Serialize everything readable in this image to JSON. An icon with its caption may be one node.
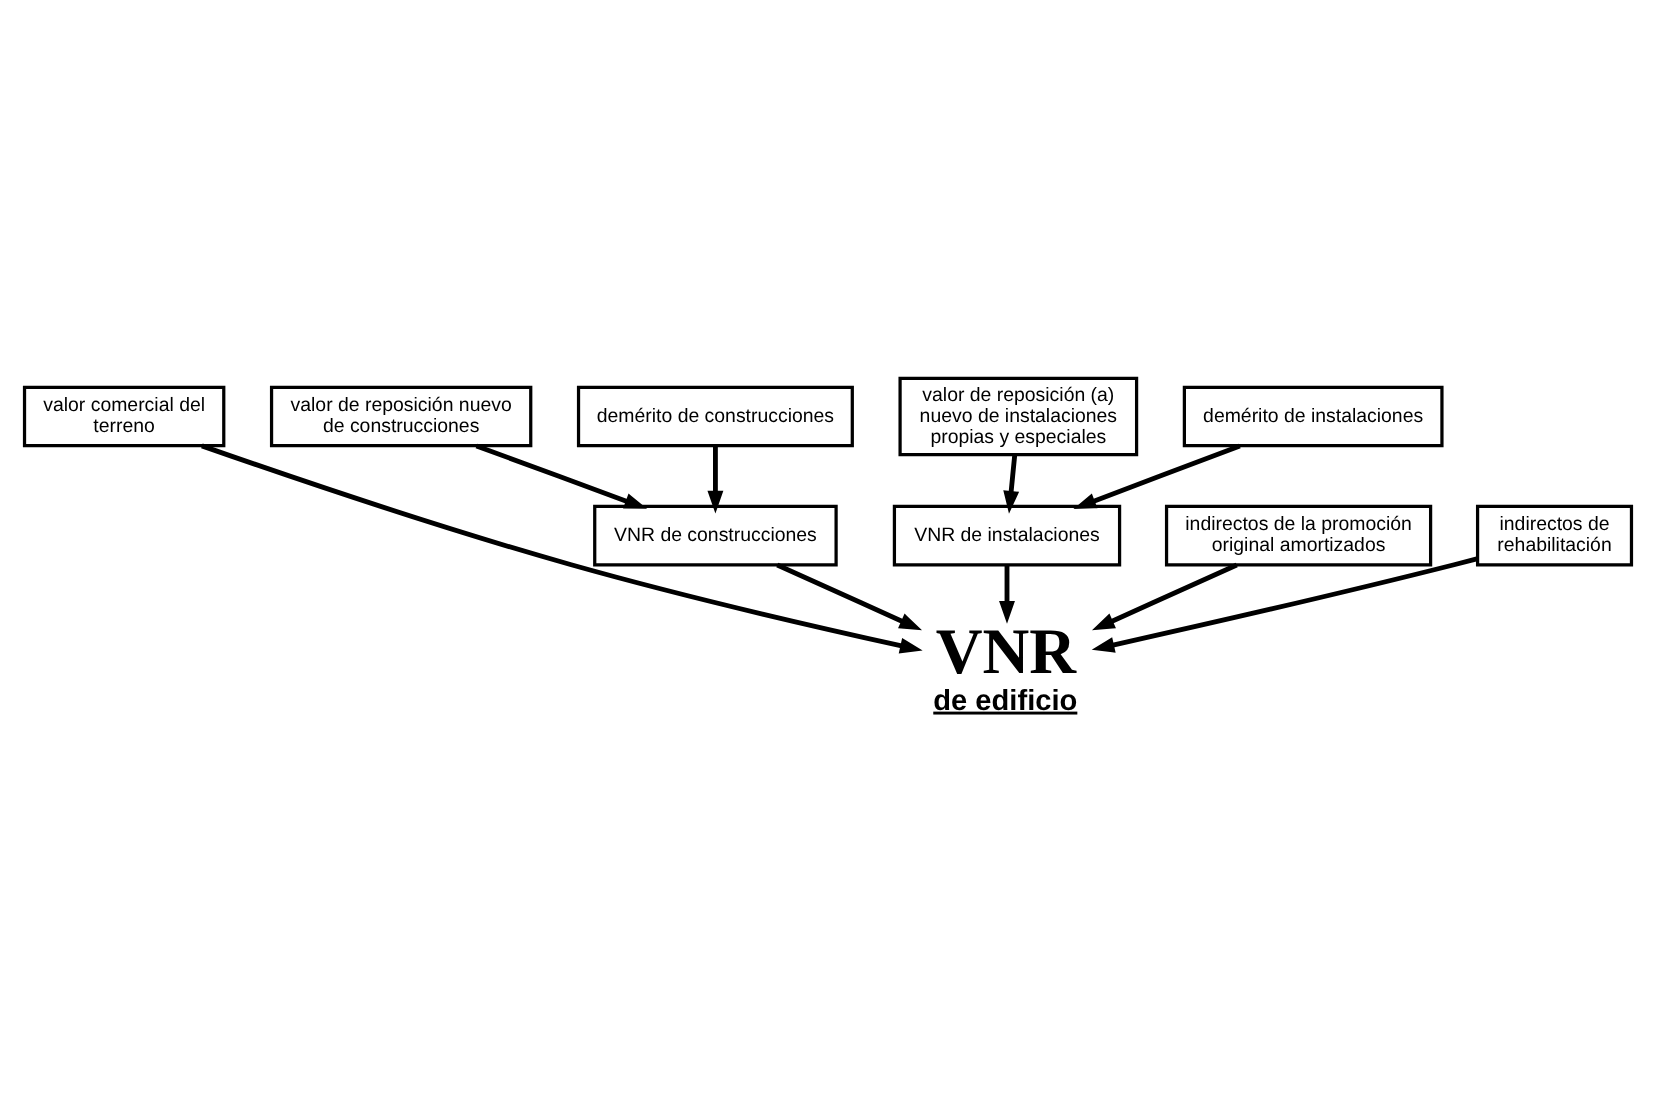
{
  "diagram": {
    "nodes": [
      {
        "text": [
          "valor comercial del terreno"
        ]
      },
      {
        "text": [
          "valor de reposición nuevo de construcciones"
        ]
      },
      {
        "text": [
          "valor de reposición (a) nuevo de instalaciones propias y especiales"
        ]
      },
      {
        "text": [
          "demérito de construcciones"
        ]
      },
      {
        "text": [
          "demérito de instalaciones"
        ]
      },
      {
        "text": [
          "VNR de construcciones"
        ]
      },
      {
        "text": [
          "VNR de instalaciones"
        ]
      },
      {
        "text": [
          "indirectos de la promoción original amortizados"
        ]
      },
      {
        "text": [
          "indirectos de rehabilitación"
        ]
      },
      {
        "text": [
          "VNR",
          "de edificio"
        ]
      }
    ],
    "edges": [
      {
        "from": 1,
        "to": 5,
        "arrow": "to"
      },
      {
        "from": 3,
        "to": 5,
        "arrow": "to"
      },
      {
        "from": 2,
        "to": 6,
        "arrow": "to"
      },
      {
        "from": 4,
        "to": 6,
        "arrow": "to"
      },
      {
        "from": 0,
        "to": 9,
        "arrow": "to"
      },
      {
        "from": 5,
        "to": 9,
        "arrow": "to"
      },
      {
        "from": 6,
        "to": 9,
        "arrow": "to"
      },
      {
        "from": 7,
        "to": 9,
        "arrow": "to"
      },
      {
        "from": 8,
        "to": 9,
        "arrow": "to"
      }
    ]
  }
}
